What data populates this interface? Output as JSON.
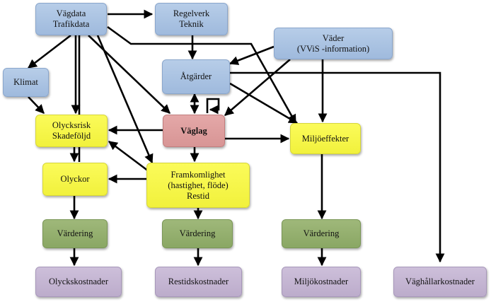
{
  "nodes": {
    "vagdata": "Vägdata\nTrafikdata",
    "regelverk": "Regelverk\nTeknik",
    "vader": "Väder\n(VViS -information)",
    "klimat": "Klimat",
    "atgarder": "Åtgärder",
    "olycksrisk": "Olycksrisk\nSkadeföljd",
    "vaglag": "Väglag",
    "miljoeffekter": "Miljöeffekter",
    "olyckor": "Olyckor",
    "framkomlighet": "Framkomlighet\n(hastighet, flöde)\nRestid",
    "vardering_1": "Värdering",
    "vardering_2": "Värdering",
    "vardering_3": "Värdering",
    "olyckskostnader": "Olyckskostnader",
    "restidskostnader": "Restidskostnader",
    "miljokostnader": "Miljökostnader",
    "vaghallarkostnader": "Väghållarkostnader"
  },
  "colors": {
    "input": "#a9c3e4",
    "effect": "#f6f64a",
    "center": "#dd9d9d",
    "valuation": "#94ae6e",
    "cost": "#c4b5d2",
    "arrow": "#000000"
  }
}
